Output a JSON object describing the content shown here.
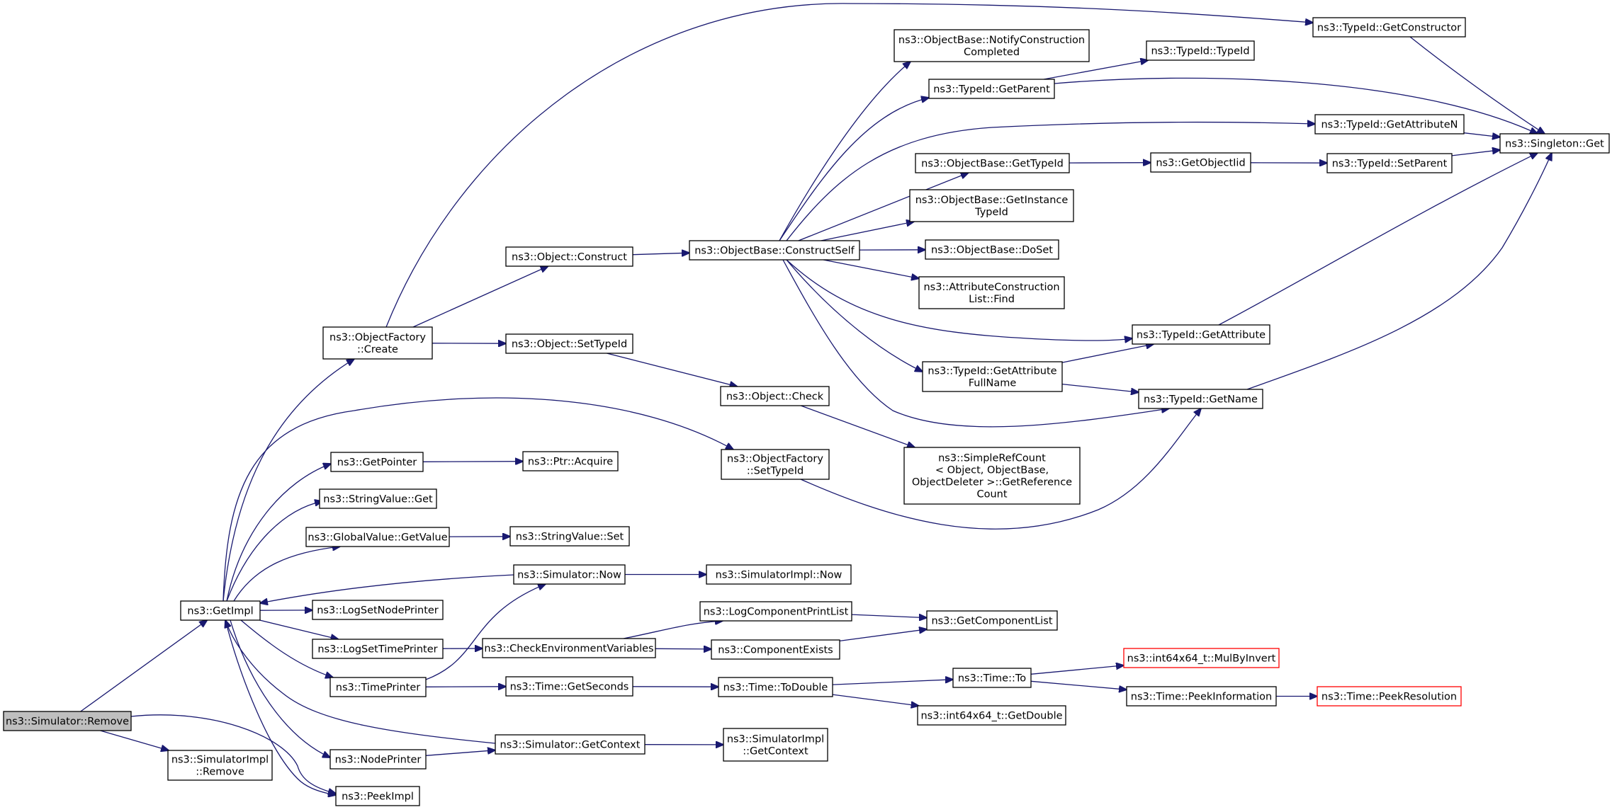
{
  "diagram": {
    "colors": {
      "edge": "#191970",
      "root_fill": "#bfbfbf",
      "truncated_border": "#ff0000",
      "node_border": "#000000"
    },
    "nodes": [
      {
        "id": "remove",
        "lines": [
          "ns3::Simulator::Remove"
        ],
        "style": "root"
      },
      {
        "id": "getimpl",
        "lines": [
          "ns3::GetImpl"
        ]
      },
      {
        "id": "implremove",
        "lines": [
          "ns3::SimulatorImpl",
          "::Remove"
        ]
      },
      {
        "id": "peekimpl",
        "lines": [
          "ns3::PeekImpl"
        ]
      },
      {
        "id": "ofcreate",
        "lines": [
          "ns3::ObjectFactory",
          "::Create"
        ]
      },
      {
        "id": "getpointer",
        "lines": [
          "ns3::GetPointer"
        ]
      },
      {
        "id": "svget",
        "lines": [
          "ns3::StringValue::Get"
        ]
      },
      {
        "id": "gvgetvalue",
        "lines": [
          "ns3::GlobalValue::GetValue"
        ]
      },
      {
        "id": "logsetnode",
        "lines": [
          "ns3::LogSetNodePrinter"
        ]
      },
      {
        "id": "logsettime",
        "lines": [
          "ns3::LogSetTimePrinter"
        ]
      },
      {
        "id": "timeprinter",
        "lines": [
          "ns3::TimePrinter"
        ]
      },
      {
        "id": "nodeprinter",
        "lines": [
          "ns3::NodePrinter"
        ]
      },
      {
        "id": "objconstruct",
        "lines": [
          "ns3::Object::Construct"
        ]
      },
      {
        "id": "objsettypeid",
        "lines": [
          "ns3::Object::SetTypeId"
        ]
      },
      {
        "id": "ofsettypeid",
        "lines": [
          "ns3::ObjectFactory",
          "::SetTypeId"
        ]
      },
      {
        "id": "ptracquire",
        "lines": [
          "ns3::Ptr::Acquire"
        ]
      },
      {
        "id": "svset",
        "lines": [
          "ns3::StringValue::Set"
        ]
      },
      {
        "id": "simnow",
        "lines": [
          "ns3::Simulator::Now"
        ]
      },
      {
        "id": "checkenv",
        "lines": [
          "ns3::CheckEnvironmentVariables"
        ]
      },
      {
        "id": "timegetseconds",
        "lines": [
          "ns3::Time::GetSeconds"
        ]
      },
      {
        "id": "simgetcontext",
        "lines": [
          "ns3::Simulator::GetContext"
        ]
      },
      {
        "id": "obconstructself",
        "lines": [
          "ns3::ObjectBase::ConstructSelf"
        ]
      },
      {
        "id": "objcheck",
        "lines": [
          "ns3::Object::Check"
        ]
      },
      {
        "id": "implnow",
        "lines": [
          "ns3::SimulatorImpl::Now"
        ]
      },
      {
        "id": "logcompprint",
        "lines": [
          "ns3::LogComponentPrintList"
        ]
      },
      {
        "id": "compexists",
        "lines": [
          "ns3::ComponentExists"
        ]
      },
      {
        "id": "timetodouble",
        "lines": [
          "ns3::Time::ToDouble"
        ]
      },
      {
        "id": "implgetcontext",
        "lines": [
          "ns3::SimulatorImpl",
          "::GetContext"
        ]
      },
      {
        "id": "obnotify",
        "lines": [
          "ns3::ObjectBase::NotifyConstruction",
          "Completed"
        ]
      },
      {
        "id": "tigetparent",
        "lines": [
          "ns3::TypeId::GetParent"
        ]
      },
      {
        "id": "obgettypeid",
        "lines": [
          "ns3::ObjectBase::GetTypeId"
        ]
      },
      {
        "id": "obgetinstance",
        "lines": [
          "ns3::ObjectBase::GetInstance",
          "TypeId"
        ]
      },
      {
        "id": "obdoset",
        "lines": [
          "ns3::ObjectBase::DoSet"
        ]
      },
      {
        "id": "acfind",
        "lines": [
          "ns3::AttributeConstruction",
          "List::Find"
        ]
      },
      {
        "id": "tigetattrfull",
        "lines": [
          "ns3::TypeId::GetAttribute",
          "FullName"
        ]
      },
      {
        "id": "simplerefcount",
        "lines": [
          "ns3::SimpleRefCount",
          "< Object, ObjectBase,",
          "ObjectDeleter >::GetReference",
          "Count"
        ]
      },
      {
        "id": "getcomplist",
        "lines": [
          "ns3::GetComponentList"
        ]
      },
      {
        "id": "timeto",
        "lines": [
          "ns3::Time::To"
        ]
      },
      {
        "id": "i64getdouble",
        "lines": [
          "ns3::int64x64_t::GetDouble"
        ]
      },
      {
        "id": "titypeid",
        "lines": [
          "ns3::TypeId::TypeId"
        ]
      },
      {
        "id": "getobjectiid",
        "lines": [
          "ns3::GetObjectIid"
        ]
      },
      {
        "id": "tigetattribute",
        "lines": [
          "ns3::TypeId::GetAttribute"
        ]
      },
      {
        "id": "tigetname",
        "lines": [
          "ns3::TypeId::GetName"
        ]
      },
      {
        "id": "i64mulbyinvert",
        "lines": [
          "ns3::int64x64_t::MulByInvert"
        ],
        "style": "truncated"
      },
      {
        "id": "timepeekinfo",
        "lines": [
          "ns3::Time::PeekInformation"
        ]
      },
      {
        "id": "tigetconstructor",
        "lines": [
          "ns3::TypeId::GetConstructor"
        ]
      },
      {
        "id": "tigetattributen",
        "lines": [
          "ns3::TypeId::GetAttributeN"
        ]
      },
      {
        "id": "tisetparent",
        "lines": [
          "ns3::TypeId::SetParent"
        ]
      },
      {
        "id": "timepeekres",
        "lines": [
          "ns3::Time::PeekResolution"
        ],
        "style": "truncated"
      },
      {
        "id": "singletonget",
        "lines": [
          "ns3::Singleton::Get"
        ]
      }
    ],
    "edges": [
      {
        "from": "remove",
        "to": "getimpl"
      },
      {
        "from": "remove",
        "to": "implremove"
      },
      {
        "from": "remove",
        "to": "peekimpl"
      },
      {
        "from": "getimpl",
        "to": "ofcreate"
      },
      {
        "from": "getimpl",
        "to": "ofsettypeid"
      },
      {
        "from": "getimpl",
        "to": "getpointer"
      },
      {
        "from": "getimpl",
        "to": "svget"
      },
      {
        "from": "getimpl",
        "to": "gvgetvalue"
      },
      {
        "from": "getimpl",
        "to": "logsetnode"
      },
      {
        "from": "getimpl",
        "to": "logsettime"
      },
      {
        "from": "getimpl",
        "to": "timeprinter"
      },
      {
        "from": "getimpl",
        "to": "nodeprinter"
      },
      {
        "from": "getimpl",
        "to": "peekimpl"
      },
      {
        "from": "ofcreate",
        "to": "objconstruct"
      },
      {
        "from": "ofcreate",
        "to": "objsettypeid"
      },
      {
        "from": "ofcreate",
        "to": "tigetconstructor"
      },
      {
        "from": "objconstruct",
        "to": "obconstructself"
      },
      {
        "from": "objsettypeid",
        "to": "objcheck"
      },
      {
        "from": "objcheck",
        "to": "simplerefcount"
      },
      {
        "from": "ofsettypeid",
        "to": "tigetname"
      },
      {
        "from": "getpointer",
        "to": "ptracquire"
      },
      {
        "from": "gvgetvalue",
        "to": "svset"
      },
      {
        "from": "simnow",
        "to": "getimpl"
      },
      {
        "from": "simnow",
        "to": "implnow"
      },
      {
        "from": "logsettime",
        "to": "checkenv"
      },
      {
        "from": "checkenv",
        "to": "logcompprint"
      },
      {
        "from": "checkenv",
        "to": "compexists"
      },
      {
        "from": "logcompprint",
        "to": "getcomplist"
      },
      {
        "from": "compexists",
        "to": "getcomplist"
      },
      {
        "from": "timeprinter",
        "to": "simnow"
      },
      {
        "from": "timeprinter",
        "to": "timegetseconds"
      },
      {
        "from": "timegetseconds",
        "to": "timetodouble"
      },
      {
        "from": "timetodouble",
        "to": "timeto"
      },
      {
        "from": "timetodouble",
        "to": "i64getdouble"
      },
      {
        "from": "timeto",
        "to": "i64mulbyinvert"
      },
      {
        "from": "timeto",
        "to": "timepeekinfo"
      },
      {
        "from": "timepeekinfo",
        "to": "timepeekres"
      },
      {
        "from": "nodeprinter",
        "to": "simgetcontext"
      },
      {
        "from": "simgetcontext",
        "to": "getimpl"
      },
      {
        "from": "simgetcontext",
        "to": "implgetcontext"
      },
      {
        "from": "obconstructself",
        "to": "obnotify"
      },
      {
        "from": "obconstructself",
        "to": "tigetparent"
      },
      {
        "from": "obconstructself",
        "to": "tigetattributen"
      },
      {
        "from": "obconstructself",
        "to": "obgettypeid"
      },
      {
        "from": "obconstructself",
        "to": "obgetinstance"
      },
      {
        "from": "obconstructself",
        "to": "obdoset"
      },
      {
        "from": "obconstructself",
        "to": "acfind"
      },
      {
        "from": "obconstructself",
        "to": "tigetattribute"
      },
      {
        "from": "obconstructself",
        "to": "tigetattrfull"
      },
      {
        "from": "obconstructself",
        "to": "tigetname"
      },
      {
        "from": "tigetparent",
        "to": "titypeid"
      },
      {
        "from": "tigetparent",
        "to": "singletonget"
      },
      {
        "from": "obgettypeid",
        "to": "getobjectiid"
      },
      {
        "from": "getobjectiid",
        "to": "tisetparent"
      },
      {
        "from": "tisetparent",
        "to": "singletonget"
      },
      {
        "from": "tigetattributen",
        "to": "singletonget"
      },
      {
        "from": "tigetconstructor",
        "to": "singletonget"
      },
      {
        "from": "tigetattrfull",
        "to": "tigetattribute"
      },
      {
        "from": "tigetattrfull",
        "to": "tigetname"
      },
      {
        "from": "tigetattribute",
        "to": "singletonget"
      },
      {
        "from": "tigetname",
        "to": "singletonget"
      }
    ]
  }
}
